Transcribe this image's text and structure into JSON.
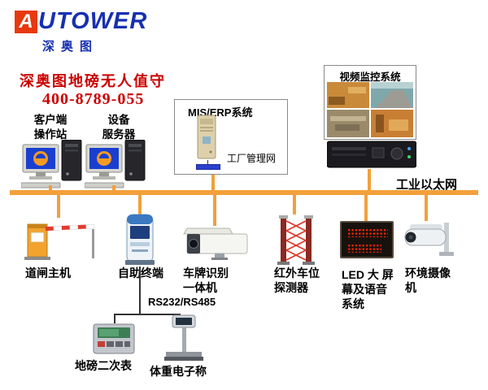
{
  "logo": {
    "brand_first": "A",
    "brand_rest": "UTOWER",
    "subtitle": "深奥图"
  },
  "header": {
    "title": "深奥图地磅无人值守",
    "phone": "400-8789-055"
  },
  "workstations": {
    "client": {
      "line1": "客户端",
      "line2": "操作站"
    },
    "server": {
      "line1": "设备",
      "line2": "服务器"
    }
  },
  "mis_box": {
    "title": "MIS/ERP系统",
    "network_label": "工厂管理网"
  },
  "video_box": {
    "title": "视频监控系统"
  },
  "bus": {
    "label": "工业以太网",
    "color": "#F2A03B"
  },
  "devices": {
    "barrier": {
      "label": "道闸主机"
    },
    "kiosk": {
      "label": "自助终端"
    },
    "lpr": {
      "line1": "车牌识别",
      "line2": "一体机"
    },
    "infrared": {
      "line1": "红外车位",
      "line2": "探测器"
    },
    "led": {
      "line1": "LED 大 屏",
      "line2": "幕及语音",
      "line3": "系统"
    },
    "envcam": {
      "line1": "环境摄像",
      "line2": "机"
    }
  },
  "serial_label": "RS232/RS485",
  "sub_devices": {
    "meter": {
      "label": "地磅二次表"
    },
    "scale": {
      "label": "体重电子称"
    }
  },
  "colors": {
    "title_red": "#CC0000",
    "logo_blue": "#1730B0",
    "logo_red": "#E8380D",
    "bus_orange": "#F2A03B"
  }
}
